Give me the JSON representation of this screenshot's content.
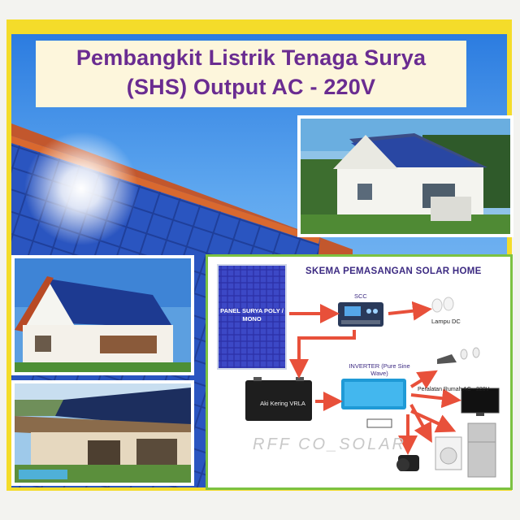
{
  "title": {
    "line1": "Pembangkit Listrik Tenaga Surya",
    "line2": "(SHS) Output  AC - 220V"
  },
  "diagram": {
    "heading": "SKEMA PEMASANGAN SOLAR HOME",
    "panel_label": "PANEL SURYA POLY / MONO",
    "scc_label": "SCC",
    "lamp_label": "Lampu DC",
    "inverter_label": "INVERTER (Pure Sine Wave)",
    "battery_label": "Aki Kering VRLA",
    "appliance_label": "Peralatan Rumah AC - 220V"
  },
  "watermark": "RFF CO_SOLAR",
  "colors": {
    "title_text": "#6a2c91",
    "frame": "#f4dc2a",
    "arrow": "#e8503a",
    "diagram_border": "#7cc242",
    "panel_blue": "#2b2fa6"
  }
}
